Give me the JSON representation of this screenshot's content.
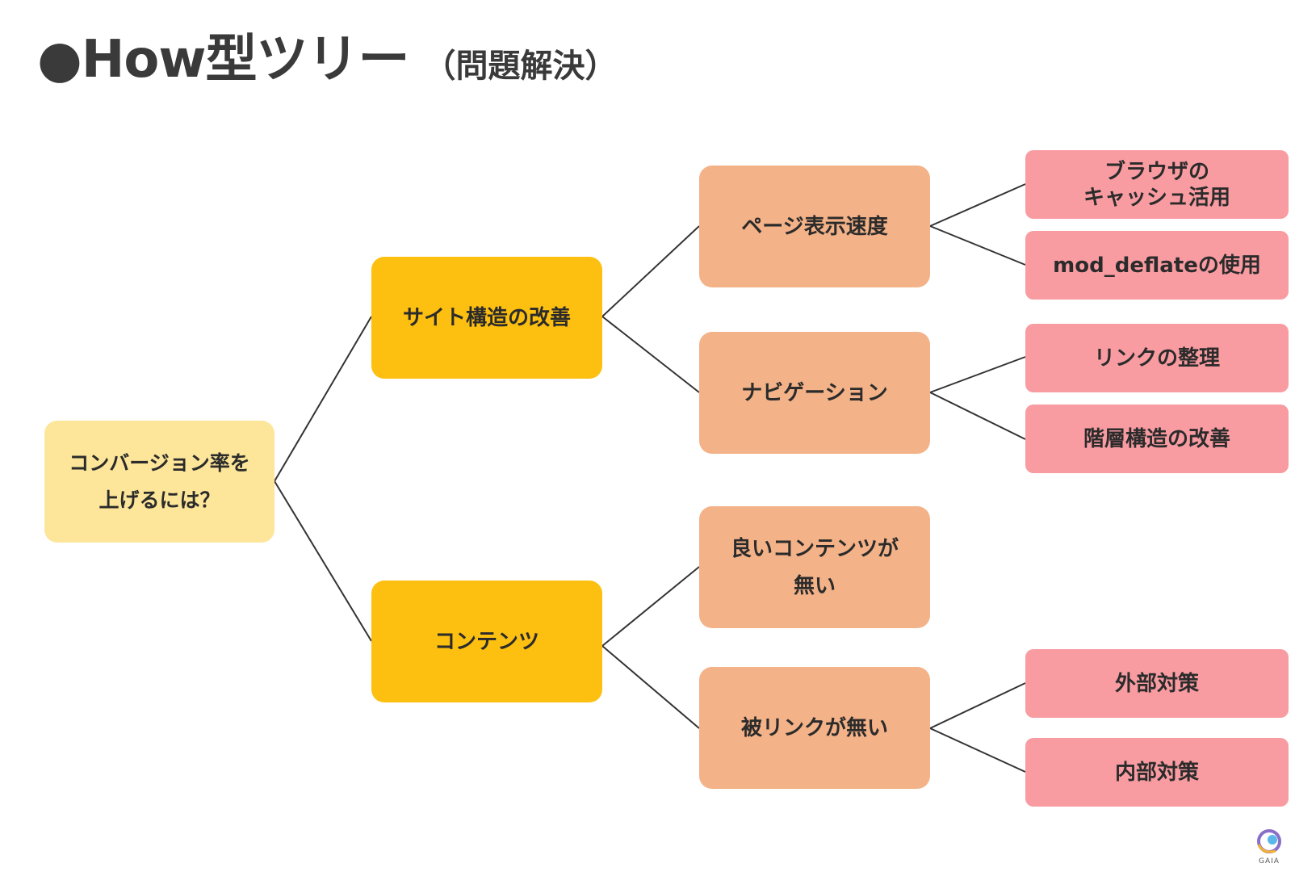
{
  "title": {
    "main": "●How型ツリー",
    "sub": "（問題解決）"
  },
  "tree": {
    "root": "コンバージョン率を\n上げるには？",
    "site": "サイト構造の改善",
    "content": "コンテンツ",
    "page_speed": "ページ表示速度",
    "navigation": "ナビゲーション",
    "good_content": "良いコンテンツが\n無い",
    "backlinks": "被リンクが無い",
    "browser_cache": "ブラウザの\nキャッシュ活用",
    "mod_deflate": "mod_deflateの使用",
    "link_org": "リンクの整理",
    "hierarchy": "階層構造の改善",
    "external": "外部対策",
    "internal": "内部対策"
  },
  "colors": {
    "root": "#fde69a",
    "level1": "#fdbf10",
    "level2": "#f3b287",
    "level3": "#f99ca2",
    "connector": "#333333"
  },
  "logo": {
    "icon": "gaia-logo-icon",
    "text": "GAIA"
  }
}
